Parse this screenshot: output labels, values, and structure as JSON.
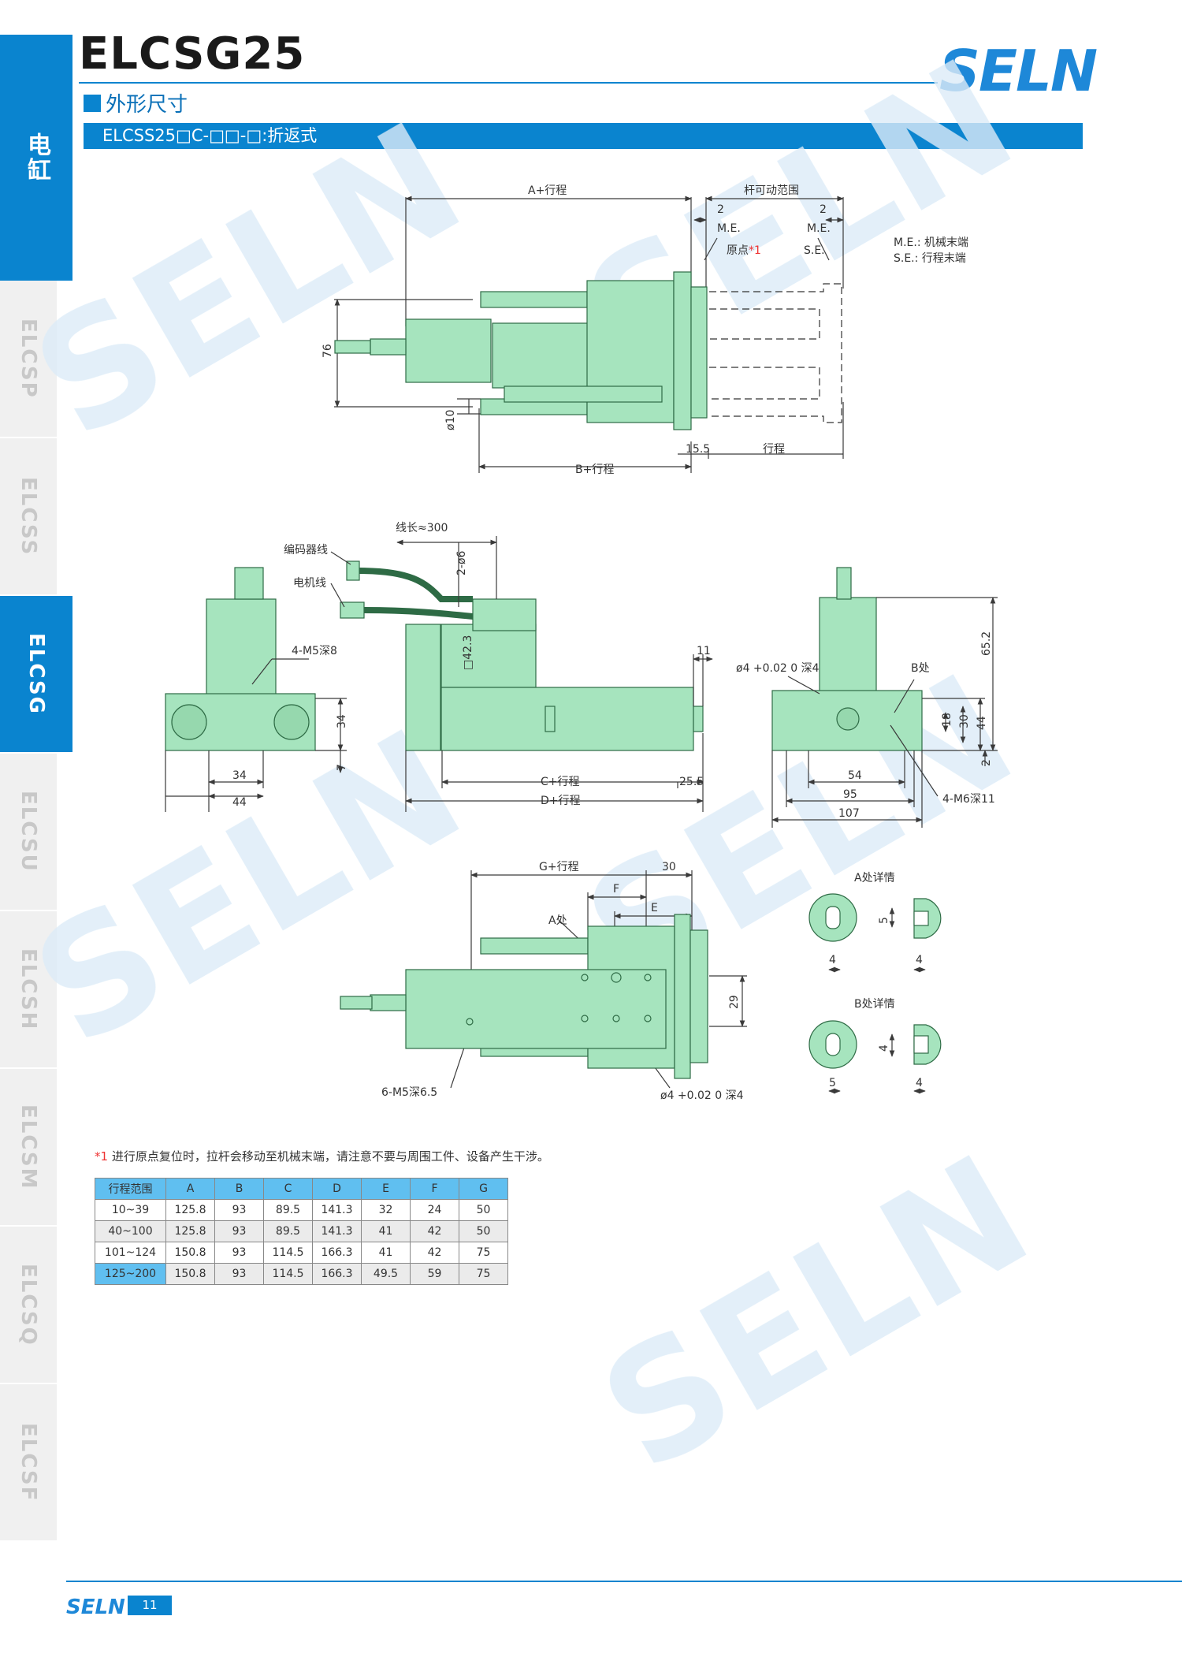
{
  "header": {
    "title": "ELCSG25",
    "brand": "SELN",
    "section_title": "外形尺寸",
    "model_bar": "ELCSS25□C-□□-□:折返式"
  },
  "side_tabs": [
    {
      "label": "电缸",
      "active": true
    },
    {
      "label": "ELCSP",
      "active": false
    },
    {
      "label": "ELCSS",
      "active": false
    },
    {
      "label": "ELCSG",
      "active": true
    },
    {
      "label": "ELCSU",
      "active": false
    },
    {
      "label": "ELCSH",
      "active": false
    },
    {
      "label": "ELCSM",
      "active": false
    },
    {
      "label": "ELCSQ",
      "active": false
    },
    {
      "label": "ELCSF",
      "active": false
    }
  ],
  "drawing": {
    "top_labels": {
      "a_stroke": "A+行程",
      "rod_range": "杆可动范围",
      "me": "M.E.",
      "se": "S.E.",
      "two": "2",
      "origin": "原点",
      "origin_mark": "*1",
      "legend_me": "M.E.: 机械末端",
      "legend_se": "S.E.: 行程末端",
      "h76": "76",
      "d10": "ø10",
      "d15_5": "15.5",
      "stroke": "行程",
      "b_stroke": "B+行程"
    },
    "mid_labels": {
      "cable": "线长≈300",
      "encoder": "编码器线",
      "motor": "电机线",
      "d2_6": "2-ø6",
      "m5": "4-M5深8",
      "sq42": "□42.3",
      "n34": "34",
      "n44": "44",
      "v34": "34",
      "v7": "7",
      "n11": "11",
      "c_stroke": "C+行程",
      "d_stroke": "D+行程",
      "n25_5": "25.5",
      "hole4": "ø4 +0.02 0 深4",
      "b_place": "B处",
      "n65_2": "65.2",
      "n18": "18",
      "n30": "30",
      "n44b": "44",
      "n2": "2",
      "n54": "54",
      "n95": "95",
      "n107": "107",
      "m6": "4-M6深11"
    },
    "bottom_labels": {
      "g_stroke": "G+行程",
      "n30": "30",
      "f": "F",
      "e": "E",
      "a_place": "A处",
      "n29": "29",
      "m5_65": "6-M5深6.5",
      "hole4": "ø4 +0.02 0 深4",
      "a_detail": "A处详情",
      "b_detail": "B处详情",
      "n5": "5",
      "n4": "4",
      "n4b": "4",
      "n4c": "4",
      "n5b": "5",
      "n4d": "4"
    }
  },
  "note": {
    "mark": "*1",
    "text": "进行原点复位时，拉杆会移动至机械末端，请注意不要与周围工件、设备产生干涉。"
  },
  "table": {
    "headers": [
      "行程范围",
      "A",
      "B",
      "C",
      "D",
      "E",
      "F",
      "G"
    ],
    "rows": [
      [
        "10~39",
        "125.8",
        "93",
        "89.5",
        "141.3",
        "32",
        "24",
        "50"
      ],
      [
        "40~100",
        "125.8",
        "93",
        "89.5",
        "141.3",
        "41",
        "42",
        "50"
      ],
      [
        "101~124",
        "150.8",
        "93",
        "114.5",
        "166.3",
        "41",
        "42",
        "75"
      ],
      [
        "125~200",
        "150.8",
        "93",
        "114.5",
        "166.3",
        "49.5",
        "59",
        "75"
      ]
    ]
  },
  "footer": {
    "brand": "SELN",
    "page": "11"
  },
  "colors": {
    "accent": "#0a84cf",
    "part_fill": "#a6e4be",
    "part_stroke": "#2e6b45",
    "dim_line": "#3a3a3a",
    "watermark": "#dcecf8"
  }
}
